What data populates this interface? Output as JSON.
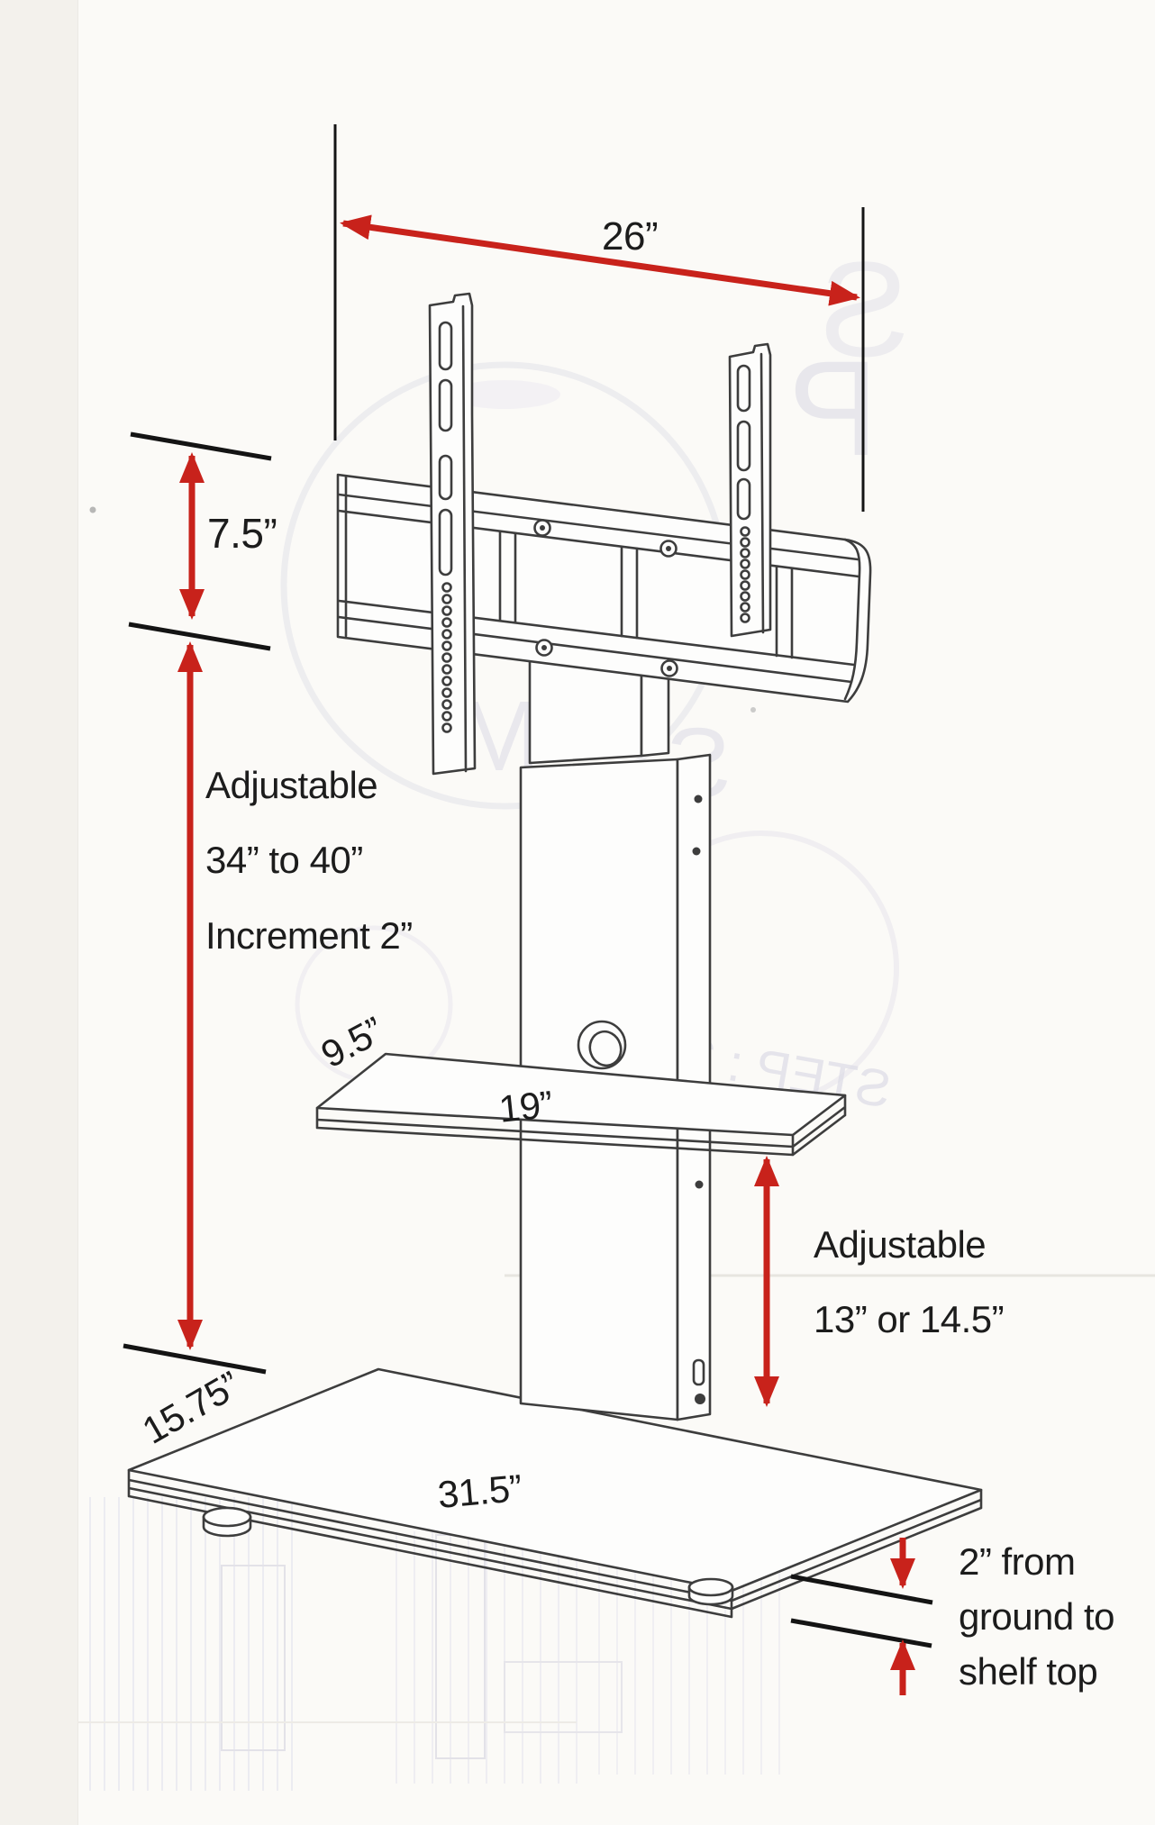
{
  "diagram": {
    "type": "dimensioned line drawing",
    "subject": "swivel TV stand with mount brackets, middle shelf and base",
    "colors": {
      "dimension_red": "#c8221b",
      "ink": "#3d3d3d",
      "label_text": "#1c1c1c",
      "paper": "#fbfaf7"
    },
    "labels": {
      "top_width": "26”",
      "bracket_height": "7.5”",
      "column_adjustable": [
        "Adjustable",
        "34” to 40”",
        "Increment 2”"
      ],
      "shelf_depth": "9.5”",
      "shelf_width": "19”",
      "shelf_clearance": [
        "Adjustable",
        "13” or 14.5”"
      ],
      "base_depth": "15.75”",
      "base_width": "31.5”",
      "ground_note": [
        "2” from",
        "ground to",
        "shelf top"
      ]
    },
    "ghost": {
      "watermark": "STEP : 3",
      "letters": [
        "P",
        "M",
        "S",
        "S"
      ]
    }
  }
}
